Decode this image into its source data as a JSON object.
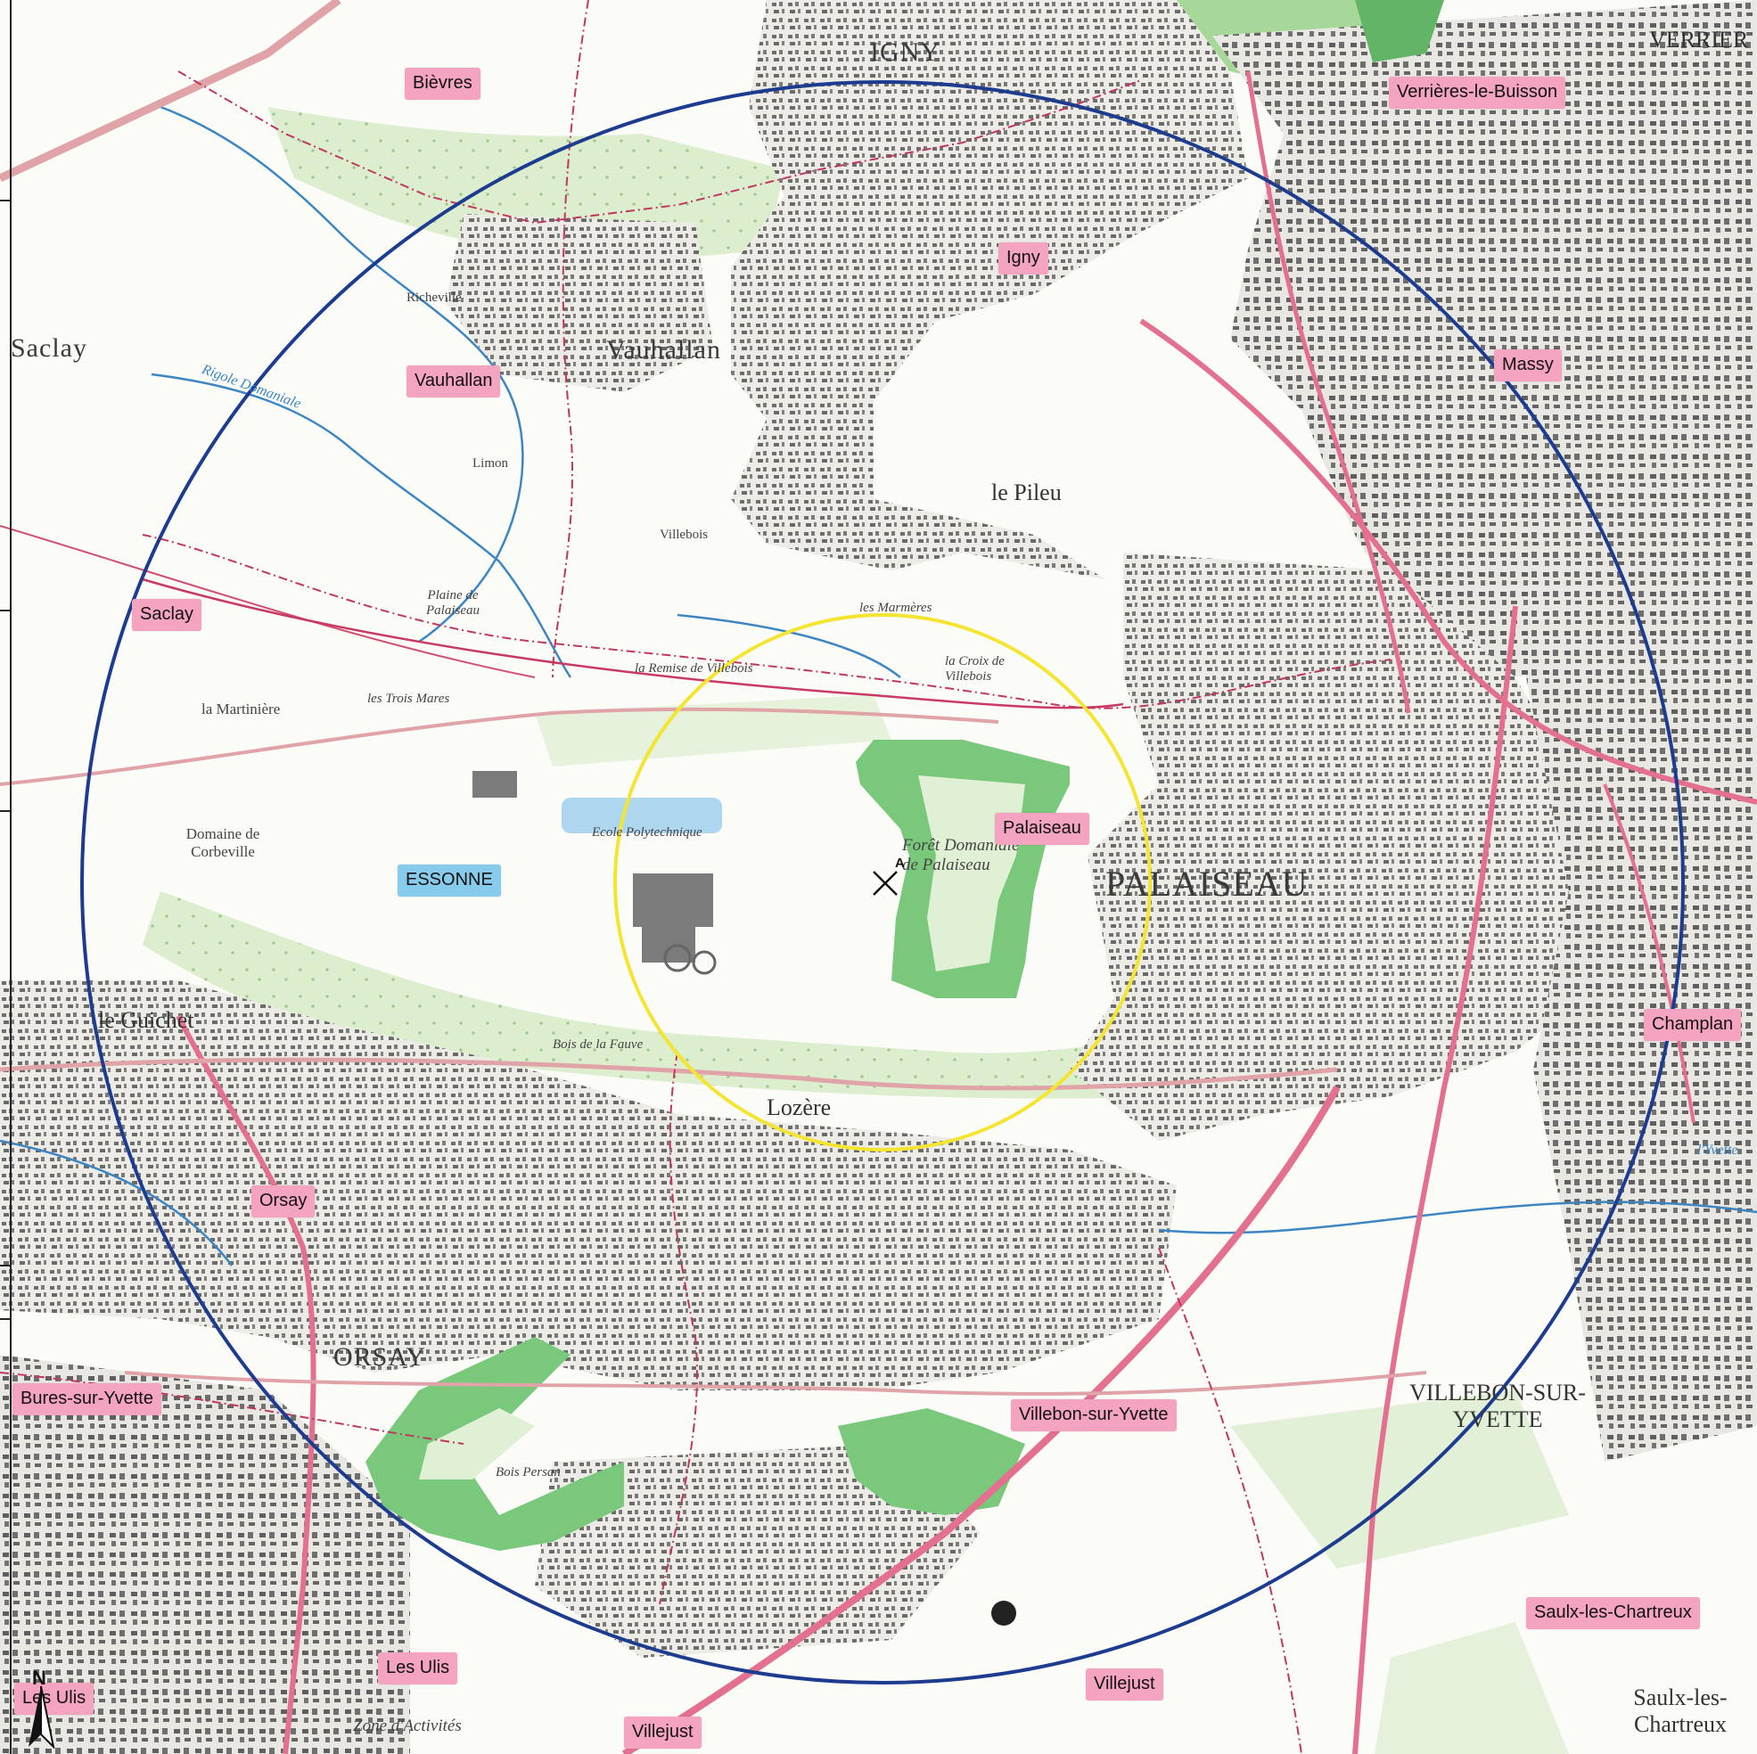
{
  "colors": {
    "commune_label_bg": "#f4a3c0",
    "department_label_bg": "#86cbec",
    "outer_circle": "#1d3c8f",
    "inner_circle": "#f3e531",
    "forest": "#7ac77a",
    "road": "#e4708f",
    "water": "#3c86c2"
  },
  "commune_labels": [
    {
      "id": "bievres",
      "text": "Bièvres"
    },
    {
      "id": "verrieres",
      "text": "Verrières-le-Buisson"
    },
    {
      "id": "igny",
      "text": "Igny"
    },
    {
      "id": "massy",
      "text": "Massy"
    },
    {
      "id": "vauhallan",
      "text": "Vauhallan"
    },
    {
      "id": "saclay",
      "text": "Saclay"
    },
    {
      "id": "palaiseau",
      "text": "Palaiseau"
    },
    {
      "id": "champlan",
      "text": "Champlan"
    },
    {
      "id": "orsay",
      "text": "Orsay"
    },
    {
      "id": "bures",
      "text": "Bures-sur-Yvette"
    },
    {
      "id": "villebon",
      "text": "Villebon-sur-Yvette"
    },
    {
      "id": "saulx",
      "text": "Saulx-les-Chartreux"
    },
    {
      "id": "lesulis1",
      "text": "Les Ulis"
    },
    {
      "id": "lesulis2",
      "text": "Les Ulis"
    },
    {
      "id": "villejust1",
      "text": "Villejust"
    },
    {
      "id": "villejust2",
      "text": "Villejust"
    }
  ],
  "department_label": {
    "text": "ESSONNE"
  },
  "map_texts": [
    {
      "id": "t-igny",
      "text": "IGNY",
      "style": "big"
    },
    {
      "id": "t-vauhallan",
      "text": "Vauhallan",
      "style": "big"
    },
    {
      "id": "t-saclay",
      "text": "Saclay",
      "style": "big"
    },
    {
      "id": "t-palaiseau",
      "text": "PALAISEAU",
      "style": "huge"
    },
    {
      "id": "t-orsay",
      "text": "ORSAY",
      "style": "big"
    },
    {
      "id": "t-villebon",
      "text": "VILLEBON-SUR-YVETTE",
      "style": "mid"
    },
    {
      "id": "t-saulx",
      "text": "Saulx-les-Chartreux",
      "style": "mid"
    },
    {
      "id": "t-verrieres",
      "text": "VERRIER",
      "style": "mid"
    },
    {
      "id": "t-lozere",
      "text": "Lozère",
      "style": "mid"
    },
    {
      "id": "t-pileu",
      "text": "le Pileu",
      "style": "mid"
    },
    {
      "id": "t-guichet",
      "text": "le Guichet",
      "style": "mid"
    },
    {
      "id": "t-polytech",
      "text": "Ecole Polytechnique",
      "style": "small"
    },
    {
      "id": "t-foret",
      "text": "Forêt Domaniale de Palaiseau",
      "style": "small"
    },
    {
      "id": "t-corbeville",
      "text": "Domaine de Corbeville",
      "style": "small"
    },
    {
      "id": "t-martiniere",
      "text": "la Martinière",
      "style": "small"
    },
    {
      "id": "t-plaine-pal",
      "text": "Plaine de Palaiseau",
      "style": "small"
    },
    {
      "id": "t-trois-mares",
      "text": "les Trois Mares",
      "style": "small"
    },
    {
      "id": "t-remise",
      "text": "la Remise de Villebois",
      "style": "small"
    },
    {
      "id": "t-villebois",
      "text": "Villebois",
      "style": "small"
    },
    {
      "id": "t-limon",
      "text": "Limon",
      "style": "small"
    },
    {
      "id": "t-richeville",
      "text": "Richeville",
      "style": "small"
    },
    {
      "id": "t-marmeres",
      "text": "les Marmères",
      "style": "small"
    },
    {
      "id": "t-croix",
      "text": "la Croix de Villebois",
      "style": "small"
    },
    {
      "id": "t-rigole",
      "text": "Rigole Domaniale",
      "style": "water"
    },
    {
      "id": "t-yvette",
      "text": "l'Yvette",
      "style": "water"
    },
    {
      "id": "t-bois-persan",
      "text": "Bois Persan",
      "style": "small"
    },
    {
      "id": "t-bois-faye",
      "text": "Bois de la Fauve",
      "style": "small"
    },
    {
      "id": "t-zone",
      "text": "Zone d'Activités",
      "style": "small"
    }
  ],
  "north_arrow": {
    "letter": "N"
  },
  "center_point": {
    "letter": "A"
  }
}
